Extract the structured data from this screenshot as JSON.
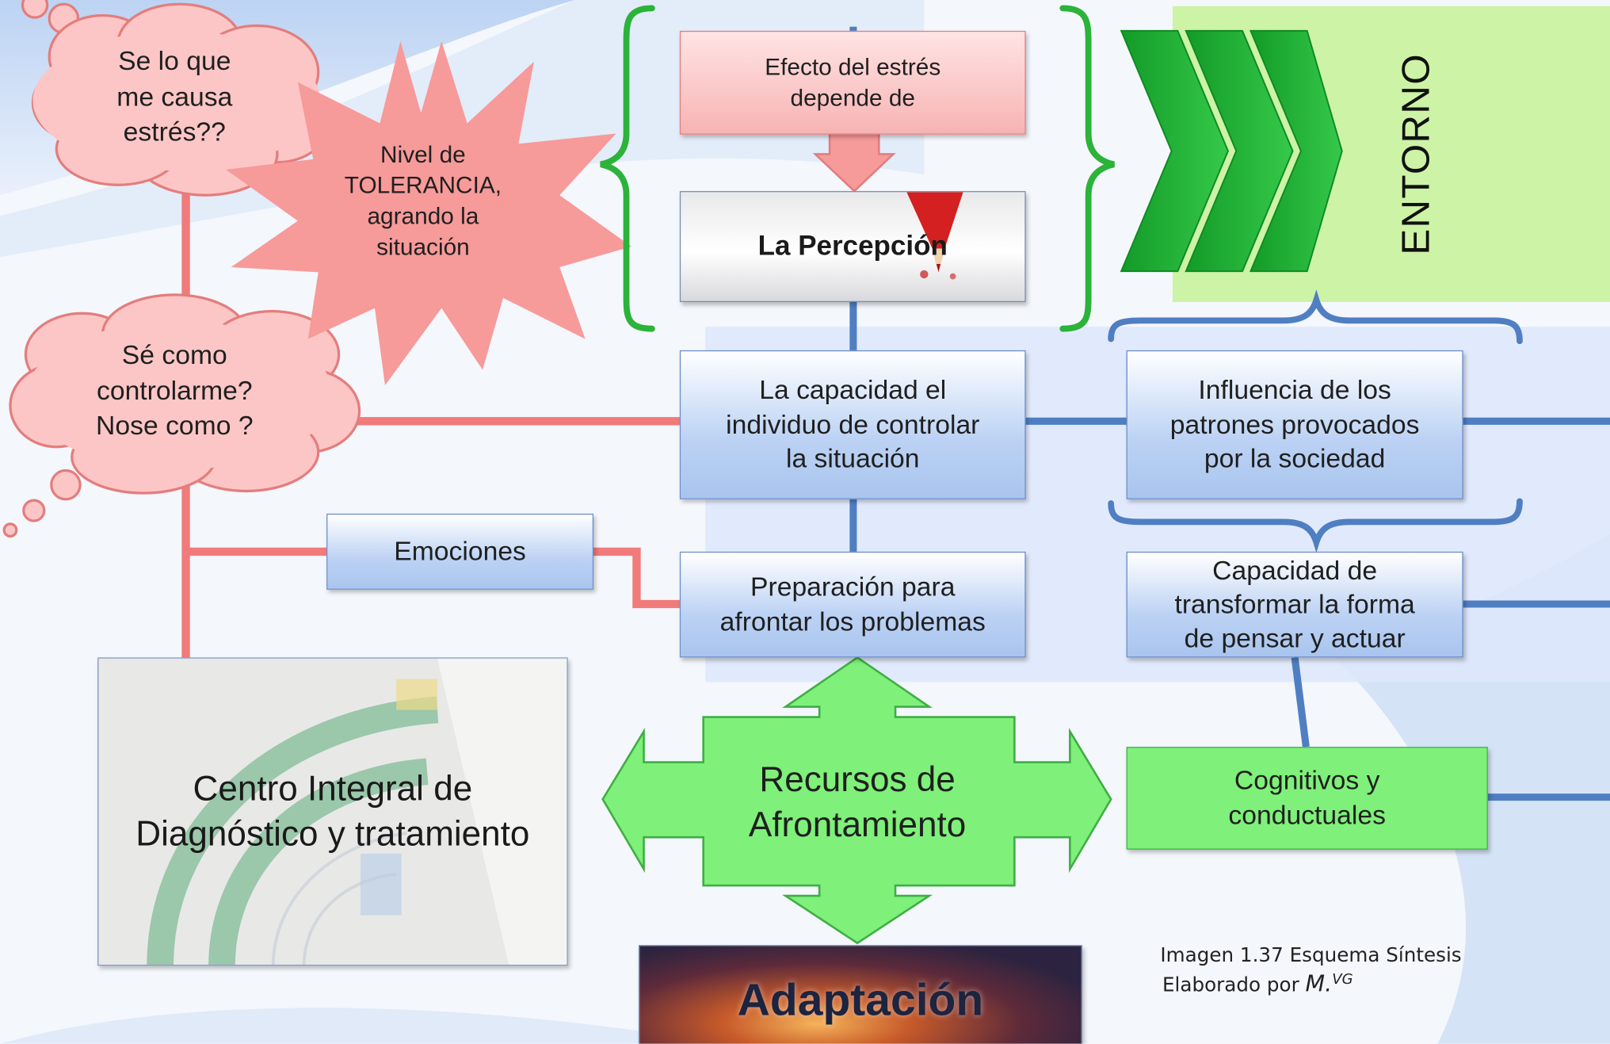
{
  "colors": {
    "pink_line": "#f17a7a",
    "blue_line": "#4f7fc2",
    "green_accent": "#1fae2f",
    "box_green": "#7ff07a",
    "cloud_pink": "#fcc6c6",
    "burst_pink": "#f79a9a",
    "entorno_green": "#cdf3a6"
  },
  "clouds": {
    "top": "Se lo que\nme causa\nestrés??",
    "middle": "Sé como\ncontrolarme?\nNose como ?"
  },
  "burst": "Nivel de\nTOLERANCIA,\nagrando la\nsituación",
  "boxes": {
    "efecto": "Efecto del estrés\ndepende de",
    "percepcion": "La Percepción",
    "capacidad": "La capacidad el\nindividuo de controlar\nla situación",
    "influencia": "Influencia de los\npatrones provocados\npor la sociedad",
    "emociones": "Emociones",
    "preparacion": "Preparación para\nafrontar los problemas",
    "transformar": "Capacidad de\ntransformar la forma\nde pensar y actuar",
    "cognitivos": "Cognitivos  y\nconductuales",
    "recursos": "Recursos de\nAfrontamiento",
    "adaptacion": "Adaptación",
    "centro": "Centro Integral de\nDiagnóstico y tratamiento"
  },
  "entorno": "ENTORNO",
  "caption": {
    "line1": "Imagen 1.37 Esquema Síntesis",
    "line2_prefix": "Elaborado por ",
    "author": "M.",
    "author_sup": "VG"
  },
  "icons": [
    "chevron-right-icon",
    "pencil-icon",
    "curly-brace-icon"
  ]
}
